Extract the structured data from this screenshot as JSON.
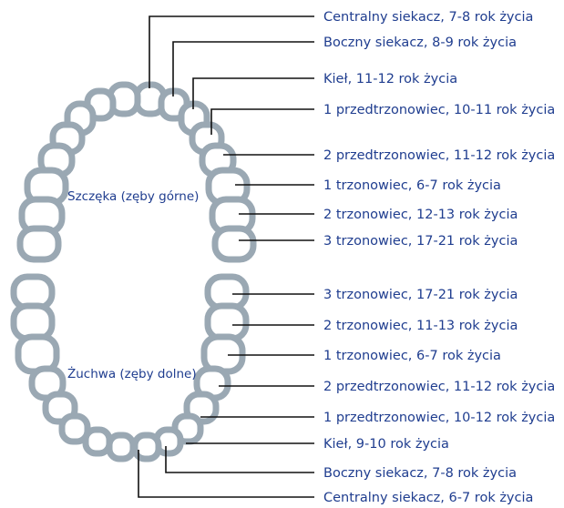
{
  "upper_jaw": {
    "title": "Szczęka (zęby górne)",
    "labels": [
      "Centralny siekacz, 7-8 rok życia",
      "Boczny siekacz, 8-9 rok życia",
      "Kieł, 11-12 rok życia",
      "1 przedtrzonowiec, 10-11 rok życia",
      "2 przedtrzonowiec, 11-12 rok życia",
      "1 trzonowiec, 6-7 rok życia",
      "2 trzonowiec, 12-13 rok życia",
      "3 trzonowiec, 17-21 rok życia"
    ]
  },
  "lower_jaw": {
    "title": "Żuchwa (zęby dolne)",
    "labels": [
      "3 trzonowiec, 17-21 rok życia",
      "2 trzonowiec, 11-13 rok życia",
      "1 trzonowiec, 6-7 rok życia",
      "2 przedtrzonowiec, 11-12 rok życia",
      "1 przedtrzonowiec, 10-12 rok życia",
      "Kieł, 9-10 rok życia",
      "Boczny siekacz, 7-8 rok życia",
      "Centralny siekacz, 6-7 rok życia"
    ]
  },
  "colors": {
    "text": "#1f3d8f",
    "tooth_outline": "#9aa8b3",
    "leader_line": "#111111"
  }
}
